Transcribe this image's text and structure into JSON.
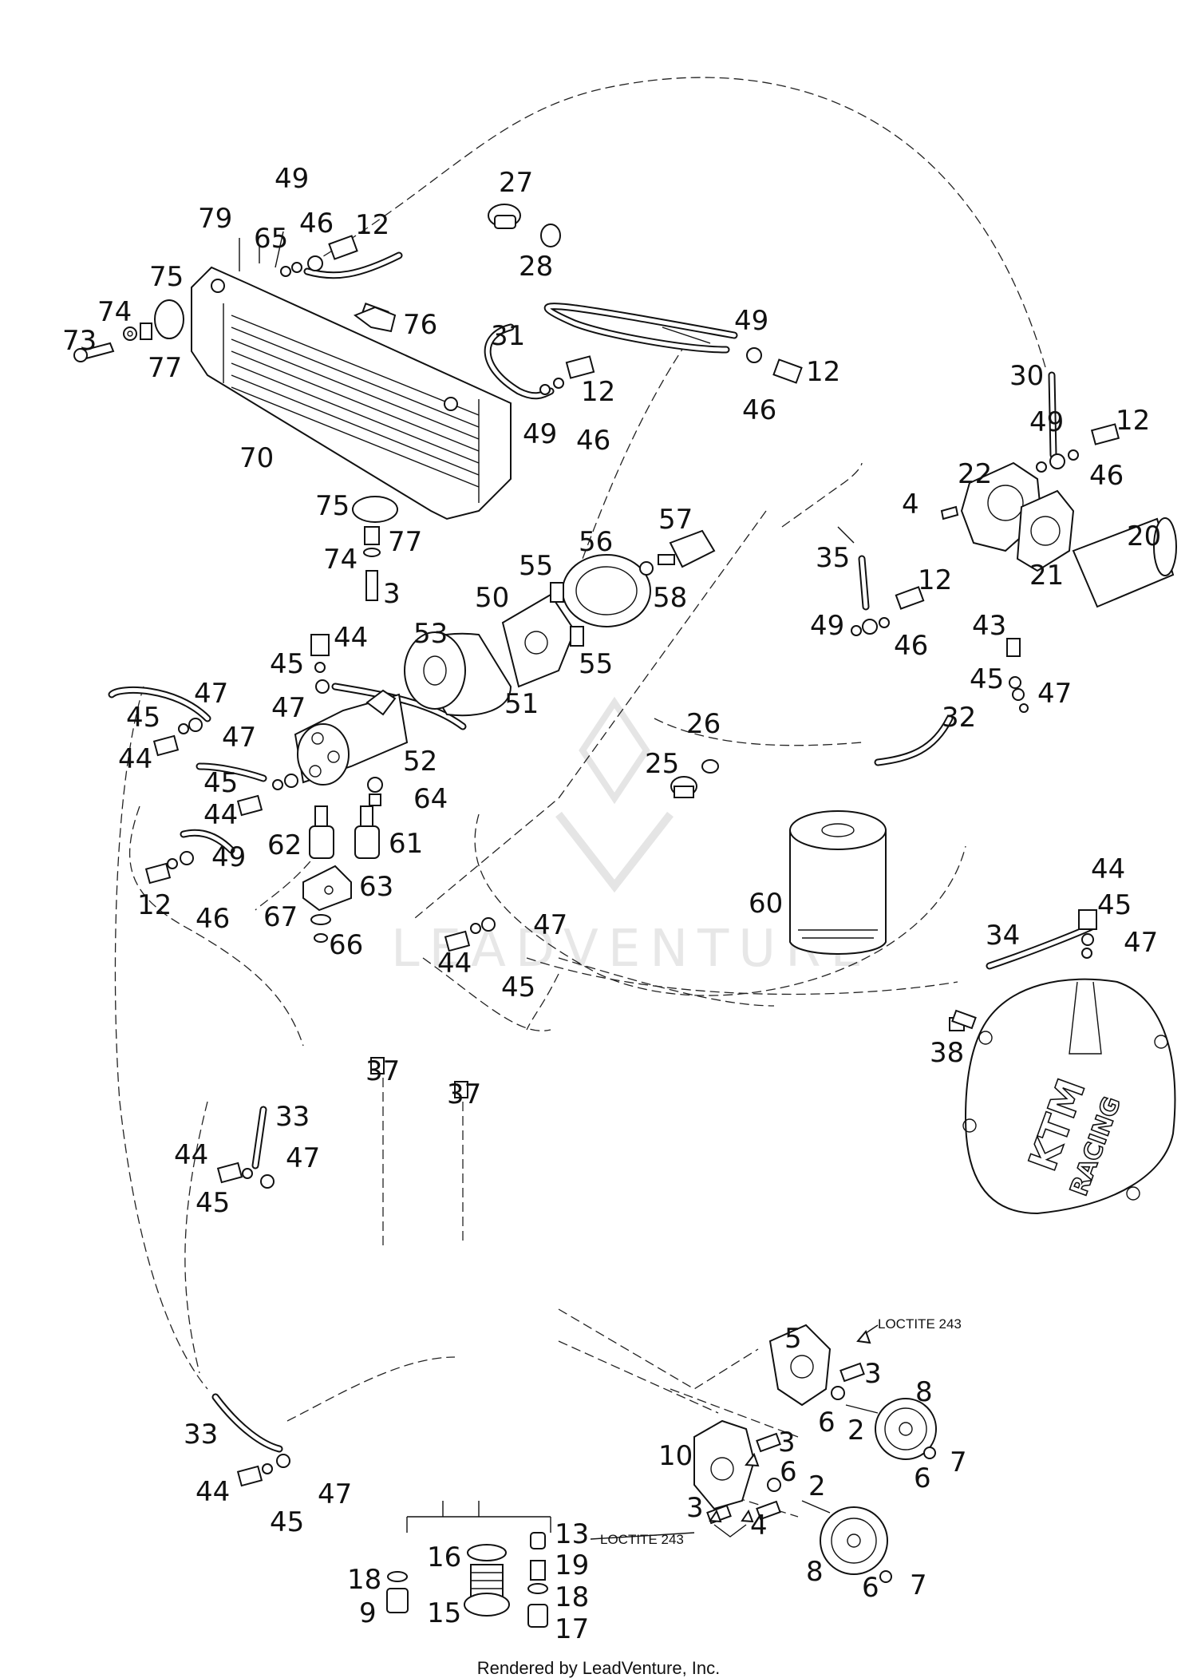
{
  "watermark": "LEADVENTURE",
  "cover_logo": "KTM",
  "cover_text": "RACING",
  "notes": {
    "loctite_upper": "LOCTITE 243",
    "loctite_lower": "LOCTITE 243"
  },
  "footer": "Rendered by LeadVenture, Inc.",
  "callouts": {
    "c79": "79",
    "c65": "65",
    "c49a": "49",
    "c46a": "46",
    "c12a": "12",
    "c27": "27",
    "c28": "28",
    "c75a": "75",
    "c74a": "74",
    "c73": "73",
    "c77a": "77",
    "c76": "76",
    "c31": "31",
    "c49b": "49",
    "c12b": "12",
    "c12c": "12",
    "c46b": "46",
    "c49c": "49",
    "c46c": "46",
    "c70": "70",
    "c30": "30",
    "c49d": "49",
    "c12d": "12",
    "c22": "22",
    "c46d": "46",
    "c4a": "4",
    "c20": "20",
    "c21": "21",
    "c75b": "75",
    "c77b": "77",
    "c74b": "74",
    "c3a": "3",
    "c57": "57",
    "c56": "56",
    "c55a": "55",
    "c50": "50",
    "c58": "58",
    "c53": "53",
    "c55b": "55",
    "c51": "51",
    "c35": "35",
    "c12e": "12",
    "c49e": "49",
    "c46e": "46",
    "c43": "43",
    "c44a": "44",
    "c45a": "45",
    "c47a": "47",
    "c47b": "47",
    "c45b": "45",
    "c44b": "44",
    "c47c": "47",
    "c52": "52",
    "c45c": "45",
    "c44c": "44",
    "c64": "64",
    "c26": "26",
    "c25": "25",
    "c45d": "45",
    "c47d": "47",
    "c32": "32",
    "c62": "62",
    "c61": "61",
    "c49f": "49",
    "c63": "63",
    "c12f": "12",
    "c46f": "46",
    "c67": "67",
    "c66": "66",
    "c60": "60",
    "c44d": "44",
    "c45e": "45",
    "c47e": "47",
    "c34": "34",
    "c44e": "44",
    "c45f": "45",
    "c47f": "47",
    "c38": "38",
    "c37a": "37",
    "c37b": "37",
    "c33a": "33",
    "c44f": "44",
    "c47g": "47",
    "c45g": "45",
    "c5": "5",
    "c3b": "3",
    "c8a": "8",
    "c6a": "6",
    "c2a": "2",
    "c7a": "7",
    "c6b": "6",
    "c33b": "33",
    "c10": "10",
    "c3c": "3",
    "c6c": "6",
    "c2b": "2",
    "c44g": "44",
    "c45h": "45",
    "c47h": "47",
    "c3d": "3",
    "c4b": "4",
    "c13": "13",
    "c16": "16",
    "c19": "19",
    "c18a": "18",
    "c18b": "18",
    "c9": "9",
    "c15": "15",
    "c17": "17",
    "c8b": "8",
    "c6d": "6",
    "c7b": "7"
  }
}
